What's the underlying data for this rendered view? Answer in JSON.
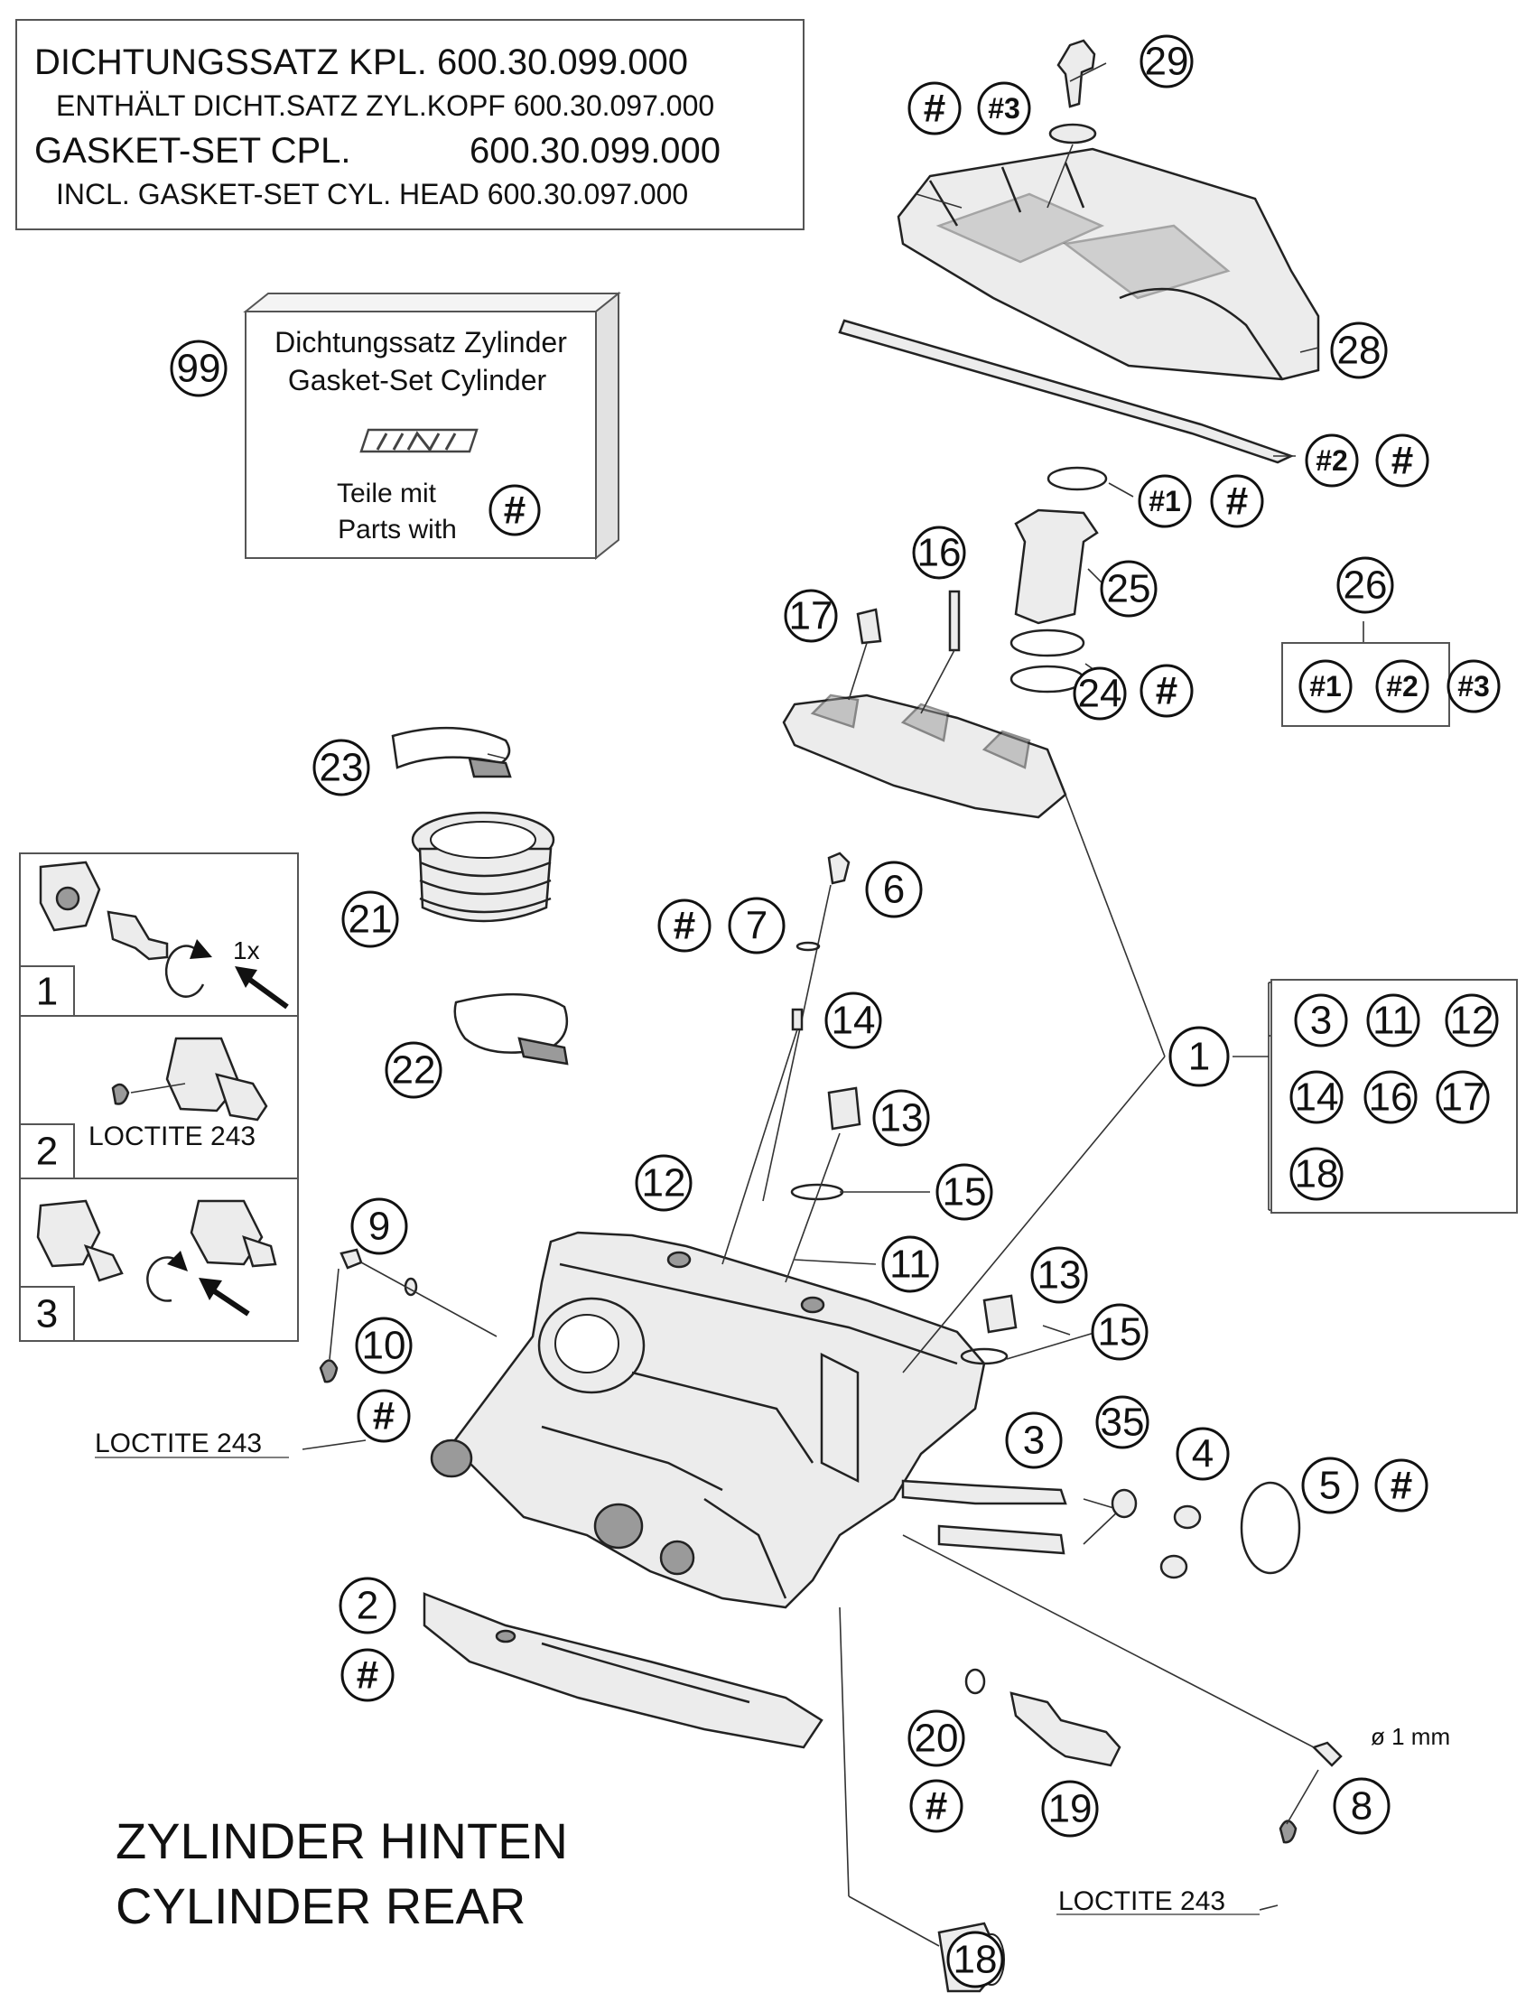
{
  "gasket_box": {
    "line1": "DICHTUNGSSATZ KPL. 600.30.099.000",
    "line2": "ENTHÄLT DICHT.SATZ ZYL.KOPF 600.30.097.000",
    "line3_left": "GASKET-SET CPL.",
    "line3_right": "600.30.099.000",
    "line4": "INCL. GASKET-SET CYL. HEAD 600.30.097.000"
  },
  "kit_box": {
    "callout": "99",
    "title_de": "Dichtungssatz Zylinder",
    "title_en": "Gasket-Set Cylinder",
    "parts_de": "Teile mit",
    "parts_en": "Parts with",
    "mark": "#"
  },
  "steps": [
    {
      "number": "1",
      "note": "1x"
    },
    {
      "number": "2",
      "note": "LOCTITE 243"
    },
    {
      "number": "3",
      "note": ""
    }
  ],
  "loctite_labels": [
    "LOCTITE 243",
    "LOCTITE 243"
  ],
  "diameter_label": "ø 1 mm",
  "assembly_title": {
    "line_de": "ZYLINDER HINTEN",
    "line_en": "CYLINDER REAR"
  },
  "group_1": [
    "3",
    "11",
    "12",
    "14",
    "16",
    "17",
    "18"
  ],
  "group_26": {
    "callout": "26",
    "items": [
      "#1",
      "#2",
      "#3"
    ]
  },
  "callouts": {
    "c29": "29",
    "c28": "28",
    "c25": "25",
    "c24": "24",
    "c23": "23",
    "c21": "21",
    "c22": "22",
    "c17": "17",
    "c16": "16",
    "c6": "6",
    "c7": "7",
    "c14": "14",
    "c13a": "13",
    "c13b": "13",
    "c15a": "15",
    "c15b": "15",
    "c12": "12",
    "c11": "11",
    "c9": "9",
    "c10": "10",
    "c1": "1",
    "c3": "3",
    "c35": "35",
    "c4": "4",
    "c5": "5",
    "c2": "2",
    "c20": "20",
    "c19": "19",
    "c8": "8",
    "c18": "18",
    "hash_top": "#",
    "h3_top": "#3",
    "h2_gasket": "#2",
    "hash_gasket": "#",
    "h1_ring": "#1",
    "hash_ring": "#",
    "hash_24": "#",
    "hash_7": "#",
    "hash_10": "#",
    "hash_5": "#",
    "hash_2": "#",
    "hash_20": "#"
  }
}
